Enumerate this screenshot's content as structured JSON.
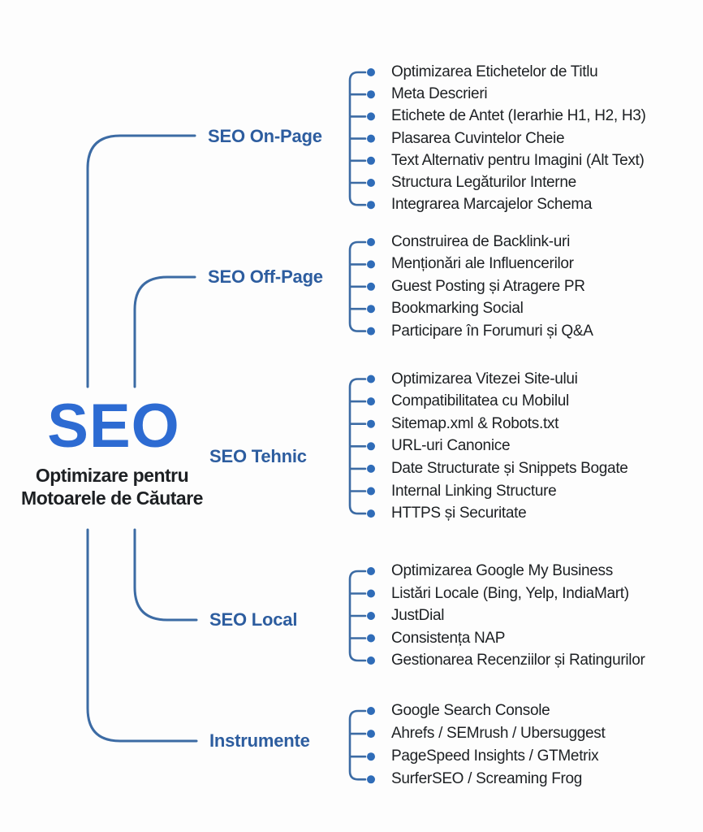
{
  "center": {
    "title": "SEO",
    "subtitle_line1": "Optimizare pentru",
    "subtitle_line2": "Motoarele de Căutare"
  },
  "colors": {
    "accent_blue": "#2d6bd2",
    "label_navy": "#2d5d9f",
    "line_blue": "#3c6ba4",
    "dot_blue": "#2f6cb8",
    "text_dark": "#1d2023",
    "background": "#fdfdfd"
  },
  "branches": [
    {
      "label": "SEO On-Page",
      "items": [
        "Optimizarea Etichetelor de Titlu",
        "Meta Descrieri",
        "Etichete de Antet (Ierarhie H1, H2, H3)",
        "Plasarea Cuvintelor Cheie",
        "Text Alternativ pentru Imagini (Alt Text)",
        "Structura Legăturilor Interne",
        "Integrarea Marcajelor Schema"
      ]
    },
    {
      "label": "SEO Off-Page",
      "items": [
        "Construirea de Backlink-uri",
        "Menționări ale Influencerilor",
        "Guest Posting și Atragere PR",
        "Bookmarking Social",
        "Participare în Forumuri și Q&A"
      ]
    },
    {
      "label": "SEO Tehnic",
      "items": [
        "Optimizarea Vitezei Site-ului",
        "Compatibilitatea cu Mobilul",
        "Sitemap.xml & Robots.txt",
        "URL-uri Canonice",
        "Date Structurate și Snippets Bogate",
        "Internal Linking Structure",
        "HTTPS și Securitate"
      ]
    },
    {
      "label": "SEO Local",
      "items": [
        "Optimizarea Google My Business",
        "Listări Locale (Bing, Yelp, IndiaMart)",
        "JustDial",
        "Consistența NAP",
        "Gestionarea Recenziilor și Ratingurilor"
      ]
    },
    {
      "label": "Instrumente",
      "items": [
        "Google Search Console",
        "Ahrefs / SEMrush / Ubersuggest",
        "PageSpeed Insights / GTMetrix",
        "SurferSEO / Screaming Frog"
      ]
    }
  ]
}
